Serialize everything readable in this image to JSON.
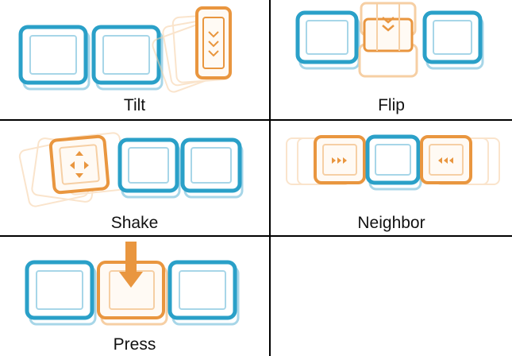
{
  "gestures": [
    {
      "id": "tilt",
      "label": "Tilt"
    },
    {
      "id": "flip",
      "label": "Flip"
    },
    {
      "id": "shake",
      "label": "Shake"
    },
    {
      "id": "neighbor",
      "label": "Neighbor"
    },
    {
      "id": "press",
      "label": "Press"
    }
  ],
  "colors": {
    "cube_blue": "#2aa0c8",
    "cube_blue_light": "#a7d6e8",
    "cube_orange": "#e9963f",
    "cube_orange_light": "#f6cfa4",
    "grid_line": "#000000",
    "caption_text": "#111111"
  }
}
